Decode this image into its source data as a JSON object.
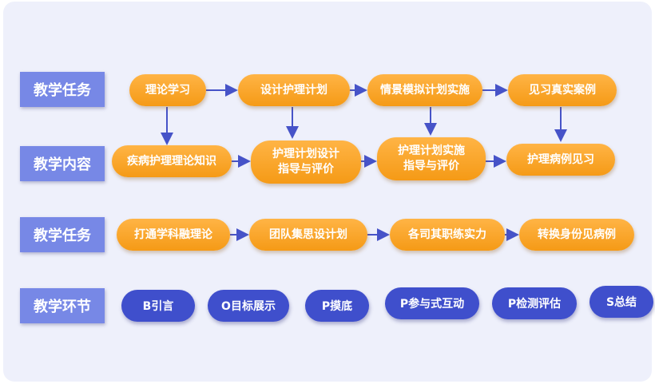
{
  "rows": {
    "row1": {
      "label": "教学任务",
      "nodes": [
        "理论学习",
        "设计护理计划",
        "情景模拟计划实施",
        "见习真实案例"
      ]
    },
    "row2": {
      "label": "教学内容",
      "nodes": [
        {
          "line1": "疾病护理理论知识",
          "line2": ""
        },
        {
          "line1": "护理计划设计",
          "line2": "指导与评价"
        },
        {
          "line1": "护理计划实施",
          "line2": "指导与评价"
        },
        {
          "line1": "护理病例见习",
          "line2": ""
        }
      ]
    },
    "row3": {
      "label": "教学任务",
      "nodes": [
        "打通学科融理论",
        "团队集思设计划",
        "各司其职练实力",
        "转换身份见病例"
      ]
    },
    "row4": {
      "label": "教学环节",
      "steps": [
        "B引言",
        "O目标展示",
        "P摸底",
        "P参与式互动",
        "P检测评估",
        "S总结"
      ]
    }
  },
  "colors": {
    "row_label": "#7788e6",
    "node_orange": "#f59a16",
    "pill_blue": "#3f4fcc",
    "arrow": "#4653c8",
    "background": "#eef0fb"
  }
}
